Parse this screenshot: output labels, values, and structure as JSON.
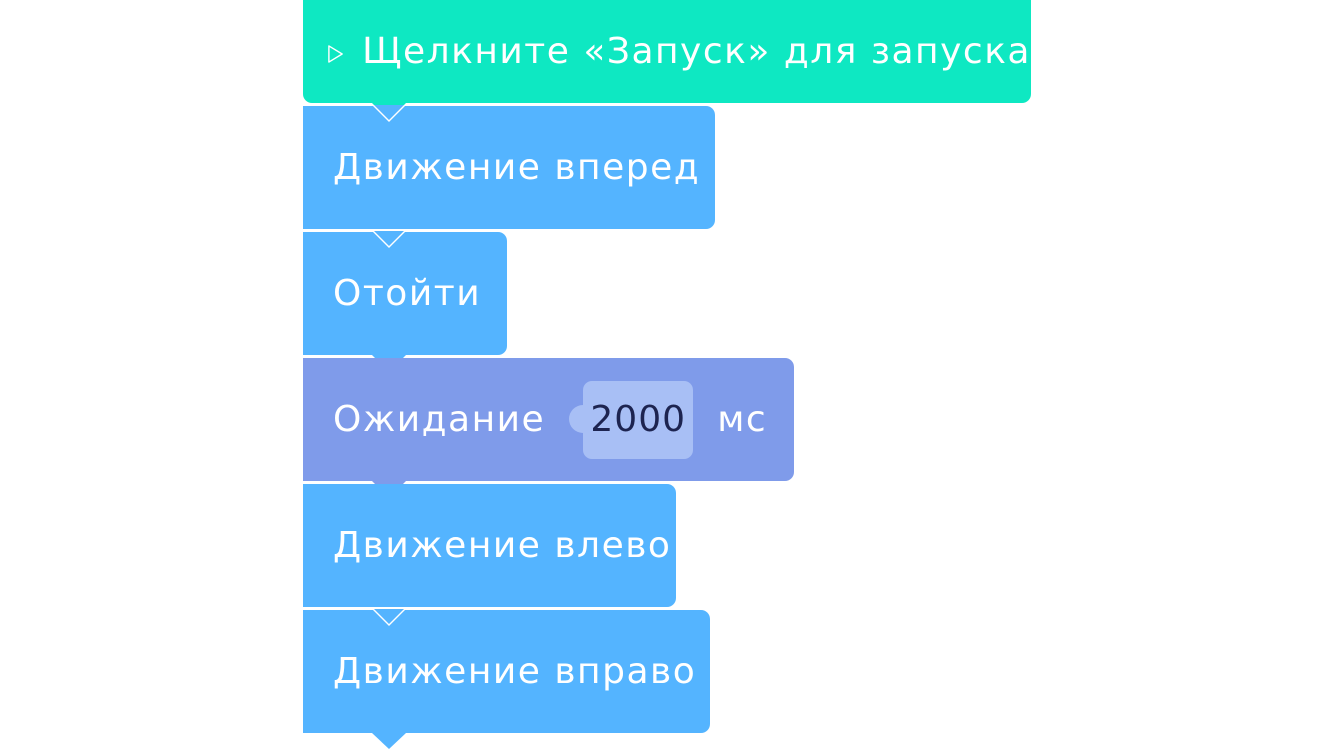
{
  "start_block": {
    "label": "Щелкните «Запуск» для запуска",
    "color": "#0ee8c2"
  },
  "blocks": [
    {
      "label": "Движение вперед",
      "color": "#54b4ff"
    },
    {
      "label": "Отойти",
      "color": "#54b4ff"
    },
    {
      "label": "Ожидание",
      "value": "2000",
      "unit": "мс",
      "color": "#7f9bea"
    },
    {
      "label": "Движение влево",
      "color": "#54b4ff"
    },
    {
      "label": "Движение вправо",
      "color": "#54b4ff"
    }
  ],
  "icons": {
    "start": "play-icon"
  }
}
